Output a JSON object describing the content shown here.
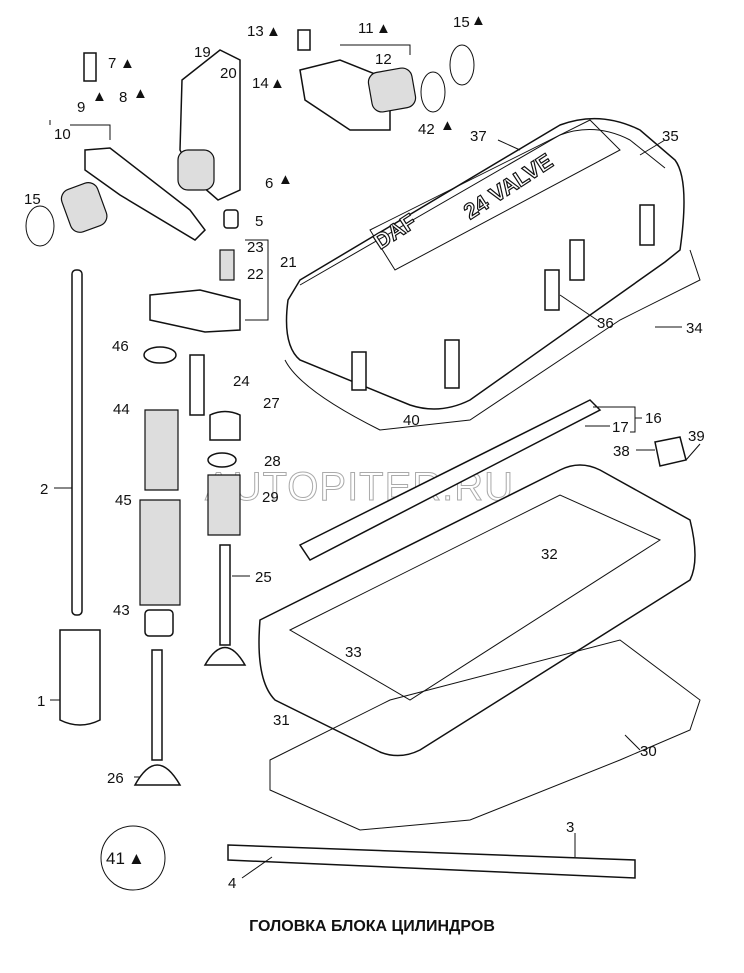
{
  "title": "ГОЛОВКА БЛОКА ЦИЛИНДРОВ",
  "watermark": "AUTOPITER.RU",
  "cover_lettering": {
    "brand": "DAF",
    "model": "24 VALVE"
  },
  "marker_symbol": "▲",
  "callouts": [
    {
      "num": "13",
      "marked": true
    },
    {
      "num": "11",
      "marked": true
    },
    {
      "num": "15",
      "marked": true
    },
    {
      "num": "7",
      "marked": true
    },
    {
      "num": "14",
      "marked": true
    },
    {
      "num": "12",
      "marked": false
    },
    {
      "num": "19",
      "marked": false
    },
    {
      "num": "20",
      "marked": false
    },
    {
      "num": "8",
      "marked": true
    },
    {
      "num": "9",
      "marked": false
    },
    {
      "num": "10",
      "marked": false
    },
    {
      "num": "42",
      "marked": true
    },
    {
      "num": "37",
      "marked": false
    },
    {
      "num": "35",
      "marked": false
    },
    {
      "num": "6",
      "marked": true
    },
    {
      "num": "15",
      "marked": false
    },
    {
      "num": "5",
      "marked": false
    },
    {
      "num": "23",
      "marked": false
    },
    {
      "num": "22",
      "marked": false
    },
    {
      "num": "21",
      "marked": false
    },
    {
      "num": "36",
      "marked": false
    },
    {
      "num": "34",
      "marked": false
    },
    {
      "num": "46",
      "marked": false
    },
    {
      "num": "24",
      "marked": false
    },
    {
      "num": "44",
      "marked": false
    },
    {
      "num": "40",
      "marked": false
    },
    {
      "num": "27",
      "marked": false
    },
    {
      "num": "16",
      "marked": false
    },
    {
      "num": "17",
      "marked": false
    },
    {
      "num": "38",
      "marked": false
    },
    {
      "num": "39",
      "marked": false
    },
    {
      "num": "28",
      "marked": false
    },
    {
      "num": "2",
      "marked": false
    },
    {
      "num": "45",
      "marked": false
    },
    {
      "num": "29",
      "marked": false
    },
    {
      "num": "32",
      "marked": false
    },
    {
      "num": "25",
      "marked": false
    },
    {
      "num": "43",
      "marked": false
    },
    {
      "num": "33",
      "marked": false
    },
    {
      "num": "1",
      "marked": false
    },
    {
      "num": "31",
      "marked": false
    },
    {
      "num": "30",
      "marked": false
    },
    {
      "num": "26",
      "marked": false
    },
    {
      "num": "3",
      "marked": false
    },
    {
      "num": "41",
      "marked": true
    },
    {
      "num": "4",
      "marked": false
    }
  ]
}
